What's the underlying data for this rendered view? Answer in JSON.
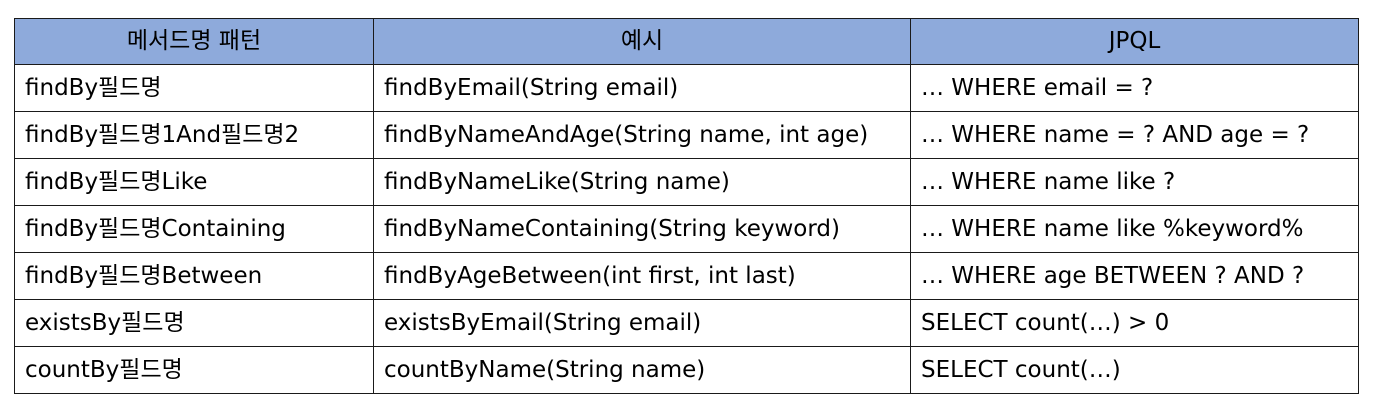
{
  "table": {
    "header_color": "#8eaadb",
    "headers": [
      "메서드명 패턴",
      "예시",
      "JPQL"
    ],
    "rows": [
      [
        "findBy필드명",
        "findByEmail(String email)",
        "… WHERE email = ?"
      ],
      [
        "findBy필드명1And필드명2",
        "findByNameAndAge(String name, int age)",
        "… WHERE name = ? AND age = ?"
      ],
      [
        "findBy필드명Like",
        "findByNameLike(String name)",
        "… WHERE name like ?"
      ],
      [
        "findBy필드명Containing",
        "findByNameContaining(String keyword)",
        "… WHERE name like %keyword%"
      ],
      [
        "findBy필드명Between",
        "findByAgeBetween(int first, int last)",
        "… WHERE age BETWEEN ? AND ?"
      ],
      [
        "existsBy필드명",
        "existsByEmail(String email)",
        "SELECT count(…) > 0"
      ],
      [
        "countBy필드명",
        "countByName(String name)",
        "SELECT count(…)"
      ]
    ]
  }
}
